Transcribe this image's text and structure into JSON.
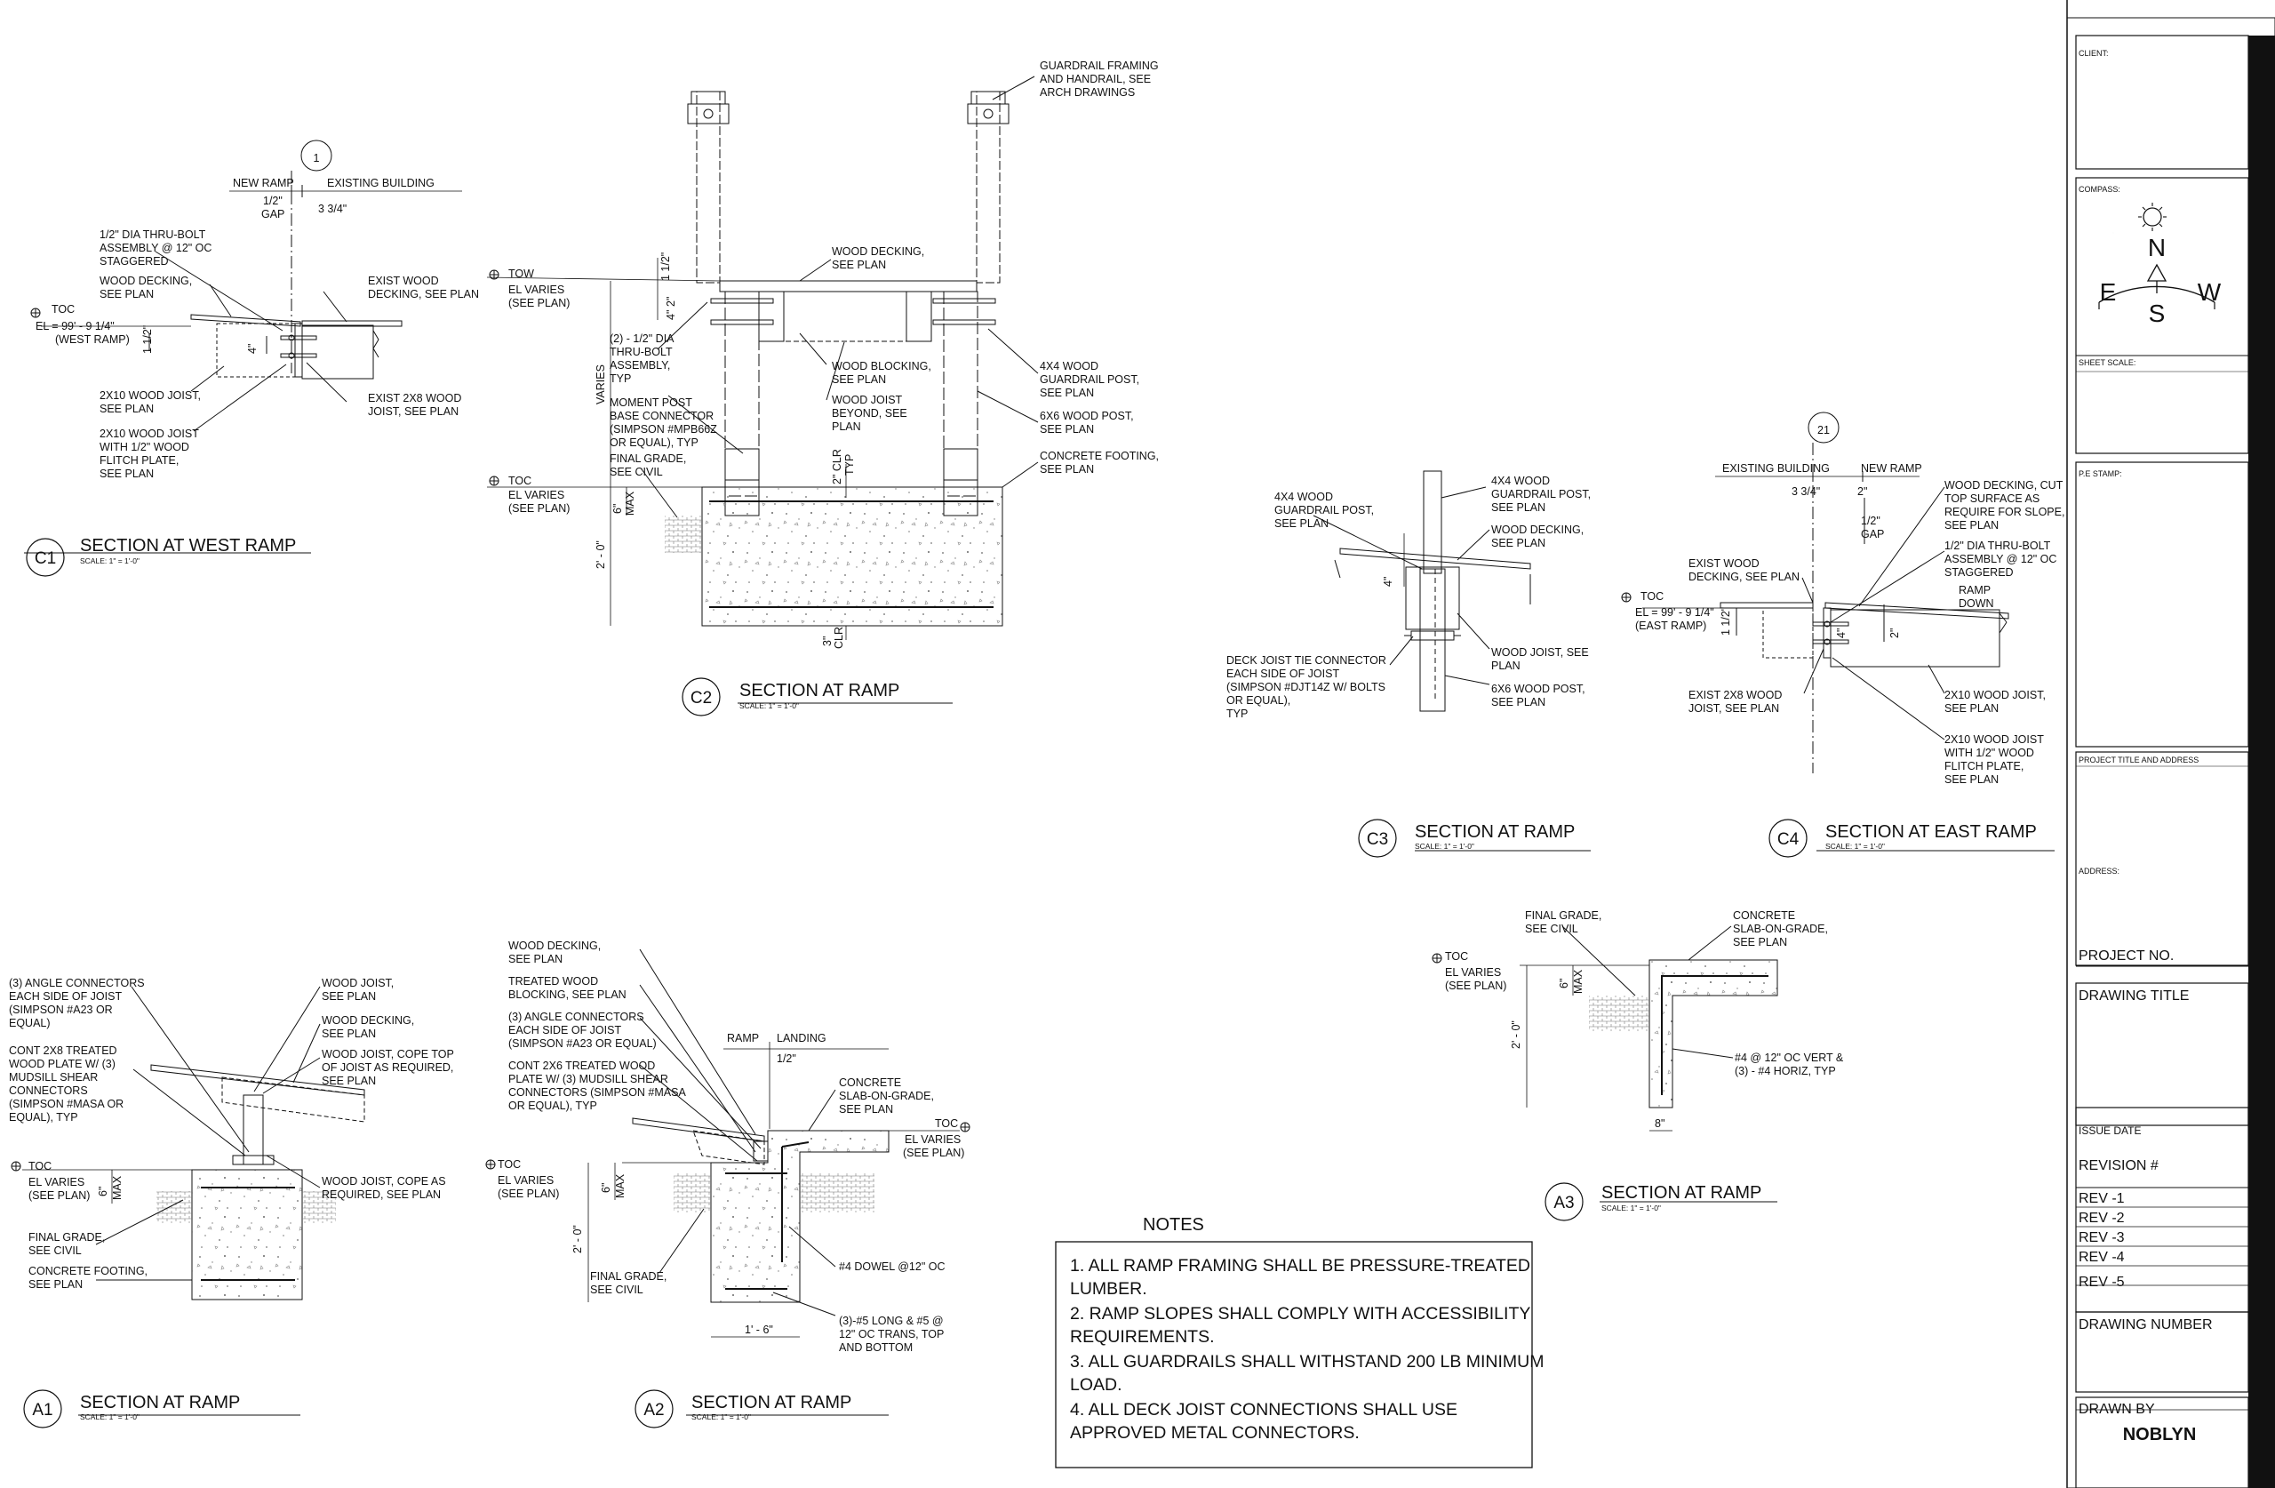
{
  "details": {
    "c1": {
      "bubble": "C1",
      "title": "SECTION AT WEST RAMP",
      "scale": "SCALE:  1\" = 1'-0\"",
      "ref_bubble": "1",
      "lbl_new_ramp": "NEW RAMP",
      "lbl_existing_building": "EXISTING BUILDING",
      "dim_gap": [
        "1/2\"",
        "GAP"
      ],
      "dim_3_3_4": "3 3/4\"",
      "dim_1_1_2": "1 1/2\"",
      "dim_4": "4\"",
      "toc": "TOC",
      "el": [
        "EL = 99' - 9 1/4\"",
        "(WEST RAMP)"
      ],
      "n_thru_bolt": [
        "1/2\" DIA THRU-BOLT",
        "ASSEMBLY @ 12\" OC",
        "STAGGERED"
      ],
      "n_wood_decking": [
        "WOOD DECKING,",
        "SEE PLAN"
      ],
      "n_exist_decking": [
        "EXIST WOOD",
        "DECKING, SEE PLAN"
      ],
      "n_2x10": [
        "2X10 WOOD JOIST,",
        "SEE PLAN"
      ],
      "n_2x10_flitch": [
        "2X10 WOOD JOIST",
        "WITH 1/2\" WOOD",
        "FLITCH PLATE,",
        "SEE PLAN"
      ],
      "n_exist_2x8": [
        "EXIST 2X8 WOOD",
        "JOIST, SEE PLAN"
      ]
    },
    "c2": {
      "bubble": "C2",
      "title": "SECTION AT RAMP",
      "scale": "SCALE:  1\" = 1'-0\"",
      "tow": "TOW",
      "el_varies": [
        "EL VARIES",
        "(SEE PLAN)"
      ],
      "toc": "TOC",
      "el_varies_toc": [
        "EL VARIES",
        "(SEE PLAN)"
      ],
      "varies": "VARIES",
      "dim_1_1_2": "1 1/2\"",
      "dim_2": "2\"",
      "dim_4": "4\"",
      "dim_6_max": [
        "6\"",
        "MAX"
      ],
      "dim_2_0": "2' - 0\"",
      "dim_2_clr": [
        "2\" CLR",
        "TYP"
      ],
      "dim_3_clr": [
        "3\"",
        "CLR"
      ],
      "n_guardrail": [
        "GUARDRAIL FRAMING",
        "AND HANDRAIL, SEE",
        "ARCH DRAWINGS"
      ],
      "n_wood_decking": [
        "WOOD DECKING,",
        "SEE PLAN"
      ],
      "n_thru_bolt": [
        "(2) - 1/2\" DIA",
        "THRU-BOLT",
        "ASSEMBLY,",
        "TYP"
      ],
      "n_wood_blocking": [
        "WOOD BLOCKING,",
        "SEE PLAN"
      ],
      "n_wood_joist": [
        "WOOD JOIST",
        "BEYOND, SEE",
        "PLAN"
      ],
      "n_4x4": [
        "4X4 WOOD",
        "GUARDRAIL POST,",
        "SEE PLAN"
      ],
      "n_6x6": [
        "6X6 WOOD POST,",
        "SEE PLAN"
      ],
      "n_moment": [
        "MOMENT POST",
        "BASE CONNECTOR",
        "(SIMPSON #MPB66Z",
        "OR EQUAL), TYP"
      ],
      "n_final_grade": [
        "FINAL GRADE,",
        "SEE CIVIL"
      ],
      "n_footing": [
        "CONCRETE FOOTING,",
        "SEE PLAN"
      ]
    },
    "c3": {
      "bubble": "C3",
      "title": "SECTION AT RAMP",
      "scale": "SCALE:  1\" = 1'-0\"",
      "dim_4": "4\"",
      "n_4x4_left": [
        "4X4 WOOD",
        "GUARDRAIL POST,",
        "SEE PLAN"
      ],
      "n_4x4_right": [
        "4X4 WOOD",
        "GUARDRAIL POST,",
        "SEE PLAN"
      ],
      "n_wood_decking": [
        "WOOD DECKING,",
        "SEE PLAN"
      ],
      "n_wood_joist": [
        "WOOD JOIST, SEE",
        "PLAN"
      ],
      "n_6x6": [
        "6X6 WOOD POST,",
        "SEE PLAN"
      ],
      "n_tie": [
        "DECK JOIST TIE CONNECTOR",
        "EACH SIDE OF JOIST",
        "(SIMPSON #DJT14Z W/ BOLTS",
        "OR EQUAL),",
        "TYP"
      ]
    },
    "c4": {
      "bubble": "C4",
      "title": "SECTION AT EAST RAMP",
      "scale": "SCALE:  1\" = 1'-0\"",
      "ref_bubble": "21",
      "lbl_existing_building": "EXISTING BUILDING",
      "lbl_new_ramp": "NEW RAMP",
      "dim_3_3_4": "3 3/4\"",
      "dim_2": "2\"",
      "dim_gap": [
        "1/2\"",
        "GAP"
      ],
      "dim_1_1_2": "1 1/2\"",
      "dim_4": "4\"",
      "dim_2b": "2\"",
      "toc": "TOC",
      "el": [
        "EL = 99' - 9 1/4\"",
        "(EAST RAMP)"
      ],
      "ramp_down": [
        "RAMP",
        "DOWN"
      ],
      "n_exist_decking": [
        "EXIST WOOD",
        "DECKING, SEE PLAN"
      ],
      "n_wood_decking": [
        "WOOD DECKING, CUT",
        "TOP SURFACE AS",
        "REQUIRE FOR SLOPE,",
        "SEE PLAN"
      ],
      "n_thru_bolt": [
        "1/2\" DIA THRU-BOLT",
        "ASSEMBLY @ 12\" OC",
        "STAGGERED"
      ],
      "n_exist_2x8": [
        "EXIST 2X8 WOOD",
        "JOIST, SEE PLAN"
      ],
      "n_2x10": [
        "2X10 WOOD JOIST,",
        "SEE PLAN"
      ],
      "n_2x10_flitch": [
        "2X10 WOOD JOIST",
        "WITH 1/2\" WOOD",
        "FLITCH PLATE,",
        "SEE PLAN"
      ]
    },
    "a1": {
      "bubble": "A1",
      "title": "SECTION AT RAMP",
      "scale": "SCALE:  1\" = 1'-0\"",
      "toc": "TOC",
      "el_varies": [
        "EL VARIES",
        "(SEE PLAN)"
      ],
      "dim_6_max": [
        "6\"",
        "MAX"
      ],
      "n_angle": [
        "(3) ANGLE CONNECTORS",
        "EACH SIDE OF JOIST",
        "(SIMPSON #A23 OR",
        "EQUAL)"
      ],
      "n_cont_2x8": [
        "CONT 2X8 TREATED",
        "WOOD PLATE W/ (3)",
        "MUDSILL SHEAR",
        "CONNECTORS",
        "(SIMPSON #MASA OR",
        "EQUAL), TYP"
      ],
      "n_wood_joist": [
        "WOOD JOIST,",
        "SEE PLAN"
      ],
      "n_wood_decking": [
        "WOOD DECKING,",
        "SEE PLAN"
      ],
      "n_cope_top": [
        "WOOD JOIST, COPE TOP",
        "OF JOIST AS REQUIRED,",
        "SEE PLAN"
      ],
      "n_cope_as": [
        "WOOD JOIST, COPE AS",
        "REQUIRED, SEE PLAN"
      ],
      "n_final_grade": [
        "FINAL GRADE,",
        "SEE CIVIL"
      ],
      "n_footing": [
        "CONCRETE FOOTING,",
        "SEE PLAN"
      ]
    },
    "a2": {
      "bubble": "A2",
      "title": "SECTION AT RAMP",
      "scale": "SCALE:  1\" = 1'-0\"",
      "toc": "TOC",
      "el_varies": [
        "EL VARIES",
        "(SEE PLAN)"
      ],
      "toc_r": "TOC",
      "el_varies_r": [
        "EL VARIES",
        "(SEE PLAN)"
      ],
      "lbl_ramp": "RAMP",
      "lbl_landing": "LANDING",
      "dim_1_2": "1/2\"",
      "dim_6_max": [
        "6\"",
        "MAX"
      ],
      "dim_2_0": "2' - 0\"",
      "dim_1_6": "1' - 6\"",
      "n_wood_decking": [
        "WOOD DECKING,",
        "SEE PLAN"
      ],
      "n_blocking": [
        "TREATED WOOD",
        "BLOCKING, SEE PLAN"
      ],
      "n_angle": [
        "(3) ANGLE CONNECTORS",
        "EACH SIDE OF JOIST",
        "(SIMPSON #A23 OR EQUAL)"
      ],
      "n_cont_2x6": [
        "CONT 2X6 TREATED WOOD",
        "PLATE W/ (3) MUDSILL SHEAR",
        "CONNECTORS (SIMPSON #MASA",
        "OR EQUAL), TYP"
      ],
      "n_slab": [
        "CONCRETE",
        "SLAB-ON-GRADE,",
        "SEE PLAN"
      ],
      "n_dowel": "#4 DOWEL @12\" OC",
      "n_rebar": [
        "(3)-#5 LONG & #5 @",
        "12\" OC TRANS, TOP",
        "AND BOTTOM"
      ],
      "n_final_grade": [
        "FINAL GRADE,",
        "SEE CIVIL"
      ]
    },
    "a3": {
      "bubble": "A3",
      "title": "SECTION AT RAMP",
      "scale": "SCALE:  1\" = 1'-0\"",
      "toc": "TOC",
      "el_varies": [
        "EL VARIES",
        "(SEE PLAN)"
      ],
      "dim_6_max": [
        "6\"",
        "MAX"
      ],
      "dim_2_0": "2' - 0\"",
      "dim_8": "8\"",
      "n_final_grade": [
        "FINAL GRADE,",
        "SEE CIVIL"
      ],
      "n_slab": [
        "CONCRETE",
        "SLAB-ON-GRADE,",
        "SEE PLAN"
      ],
      "n_rebar": [
        "#4 @ 12\" OC VERT &",
        "(3) - #4 HORIZ, TYP"
      ]
    }
  },
  "notes": {
    "heading": "NOTES",
    "lines": [
      "1. ALL RAMP FRAMING SHALL BE PRESSURE-TREATED",
      "LUMBER.",
      "2. RAMP SLOPES SHALL COMPLY WITH ACCESSIBILITY",
      "REQUIREMENTS.",
      "3. ALL GUARDRAILS SHALL WITHSTAND 200 LB MINIMUM",
      "LOAD.",
      "4. ALL DECK JOIST CONNECTIONS SHALL USE",
      "APPROVED METAL CONNECTORS."
    ]
  },
  "title_block": {
    "client": "CLIENT:",
    "compass": "COMPASS:",
    "compass_n": "N",
    "compass_s": "S",
    "compass_e": "E",
    "compass_w": "W",
    "sheet_scale": "SHEET SCALE:",
    "pe_stamp": "P.E STAMP:",
    "project_title": "PROJECT TITLE AND ADDRESS",
    "address": "ADDRESS:",
    "project_no": "PROJECT NO.",
    "drawing_title": "DRAWING TITLE",
    "issue_date": "ISSUE DATE",
    "revision": "REVISION #",
    "revs": [
      "REV -1",
      "REV -2",
      "REV -3",
      "REV -4",
      "REV -5"
    ],
    "drawing_number": "DRAWING NUMBER",
    "drawn_by": "DRAWN BY",
    "drawn_by_name": "NOBLYN"
  }
}
